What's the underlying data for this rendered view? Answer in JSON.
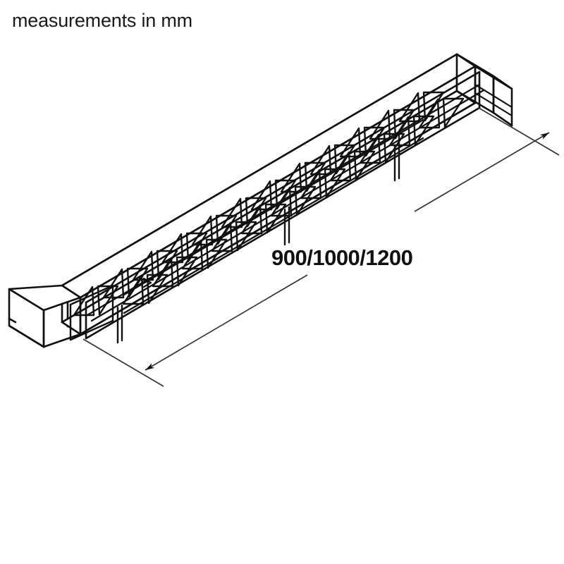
{
  "drawing": {
    "title_note": "measurements in mm",
    "units": "mm",
    "projection": "isometric",
    "subject": "lattice truss beam / extruded rail",
    "line_color": "#111111",
    "background_color": "#ffffff",
    "fill_color": "#ffffff"
  },
  "dimension": {
    "length_label": "900/1000/1200",
    "options": [
      "900",
      "1000",
      "1200"
    ],
    "arrow_start": "down-left",
    "arrow_end": "up-right"
  },
  "chart_data": {
    "type": "table",
    "title": "measurements in mm",
    "categories": [
      "length"
    ],
    "values": [
      900,
      1000,
      1200
    ],
    "xlabel": "",
    "ylabel": "mm",
    "annotations": [
      "measurements in mm",
      "900/1000/1200"
    ]
  }
}
